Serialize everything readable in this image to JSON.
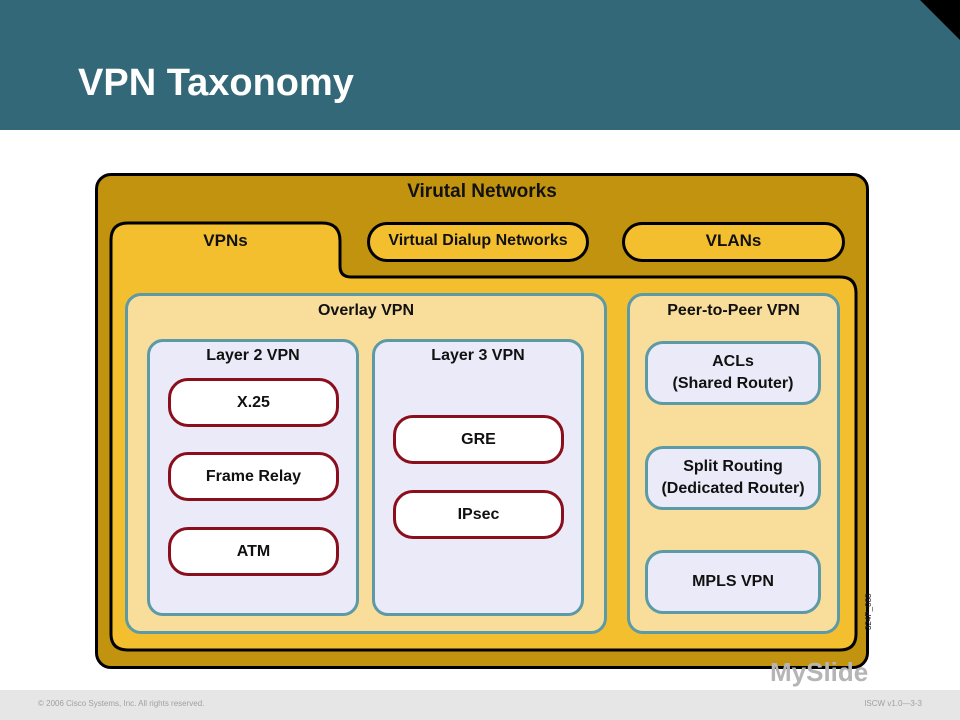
{
  "slide": {
    "title": "VPN Taxonomy",
    "copyright": "© 2006 Cisco Systems, Inc. All rights reserved.",
    "course_code": "ISCW v1.0—3-3",
    "figure_code": "324P_088",
    "watermark": "MySlide"
  },
  "diagram": {
    "root": "Virutal Networks",
    "tabs": [
      "VPNs",
      "Virtual Dialup Networks",
      "VLANs"
    ],
    "overlay": {
      "label": "Overlay VPN",
      "layer2": {
        "label": "Layer 2 VPN",
        "items": [
          "X.25",
          "Frame Relay",
          "ATM"
        ]
      },
      "layer3": {
        "label": "Layer 3 VPN",
        "items": [
          "GRE",
          "IPsec"
        ]
      }
    },
    "peer": {
      "label": "Peer-to-Peer VPN",
      "items": [
        {
          "line1": "ACLs",
          "line2": "(Shared Router)"
        },
        {
          "line1": "Split Routing",
          "line2": "(Dedicated Router)"
        },
        {
          "line1": "MPLS VPN",
          "line2": ""
        }
      ]
    }
  },
  "colors": {
    "header": "#336878",
    "outer_gold": "#c2930e",
    "vpn_panel": "#f3bf2f",
    "overlay_fill": "#f8de9a",
    "layer_fill": "#ebeaf8",
    "item_border": "#8a0e1c",
    "teal_border": "#5b9aa6"
  }
}
